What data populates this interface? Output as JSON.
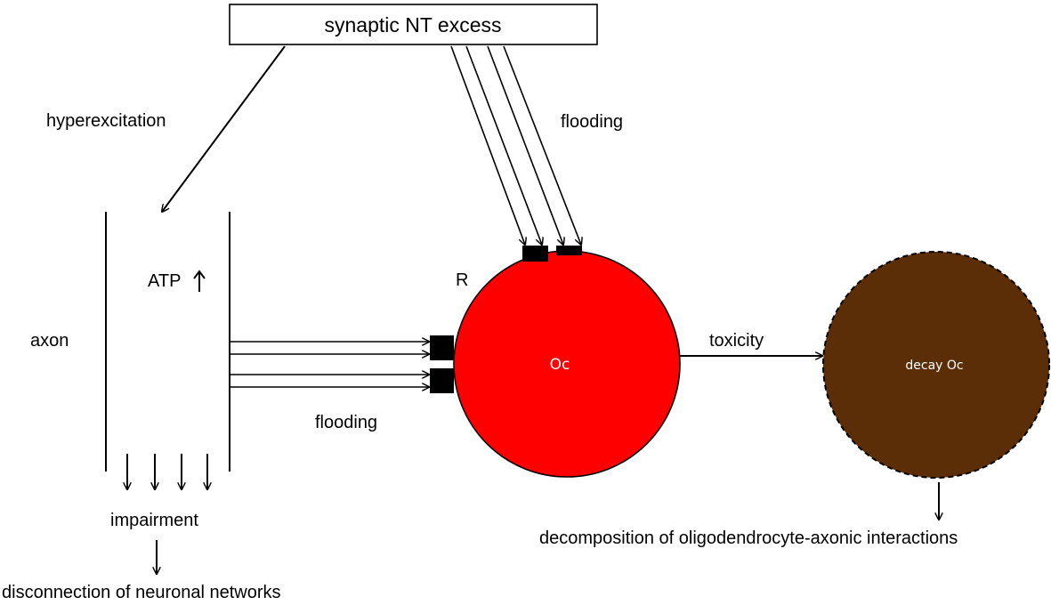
{
  "labels": {
    "top_box": "synaptic NT excess",
    "hyperexcitation": "hyperexcitation",
    "flooding_top": "flooding",
    "flooding_bottom": "flooding",
    "atp": "ATP",
    "axon": "axon",
    "receptor": "R",
    "oligodendrocyte": "Oc",
    "toxicity": "toxicity",
    "decay": "decay Oc",
    "impairment": "impairment",
    "disconnection": "disconnection of neuronal networks",
    "decomposition": "decomposition of oligodendrocyte-axonic interactions"
  },
  "colors": {
    "oligodendrocyte_fill": "#ff0000",
    "decay_fill": "#5c2e08",
    "receptor_fill": "#000000",
    "box_fill": "#ffffff"
  },
  "icons": {
    "atp_arrow": "up-arrow-icon"
  }
}
